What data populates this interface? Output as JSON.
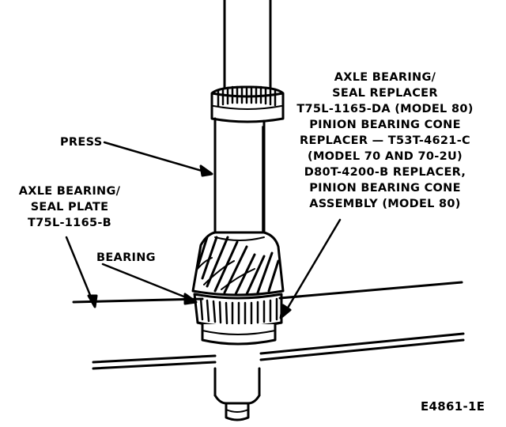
{
  "labels": {
    "press": "PRESS",
    "axle_plate": [
      "AXLE BEARING/",
      "SEAL PLATE",
      "T75L-1165-B"
    ],
    "bearing": "BEARING",
    "replacer": [
      "AXLE BEARING/",
      "SEAL REPLACER",
      "T75L-1165-DA (MODEL 80)",
      "PINION BEARING CONE",
      "REPLACER  —  T53T-4621-C",
      "(MODEL 70 AND 70-2U)",
      "D80T-4200-B REPLACER,",
      "PINION BEARING CONE",
      "ASSEMBLY (MODEL 80)"
    ],
    "figure_id": "E4861-1E"
  },
  "colors": {
    "ink": "#000000",
    "paper": "#ffffff"
  }
}
